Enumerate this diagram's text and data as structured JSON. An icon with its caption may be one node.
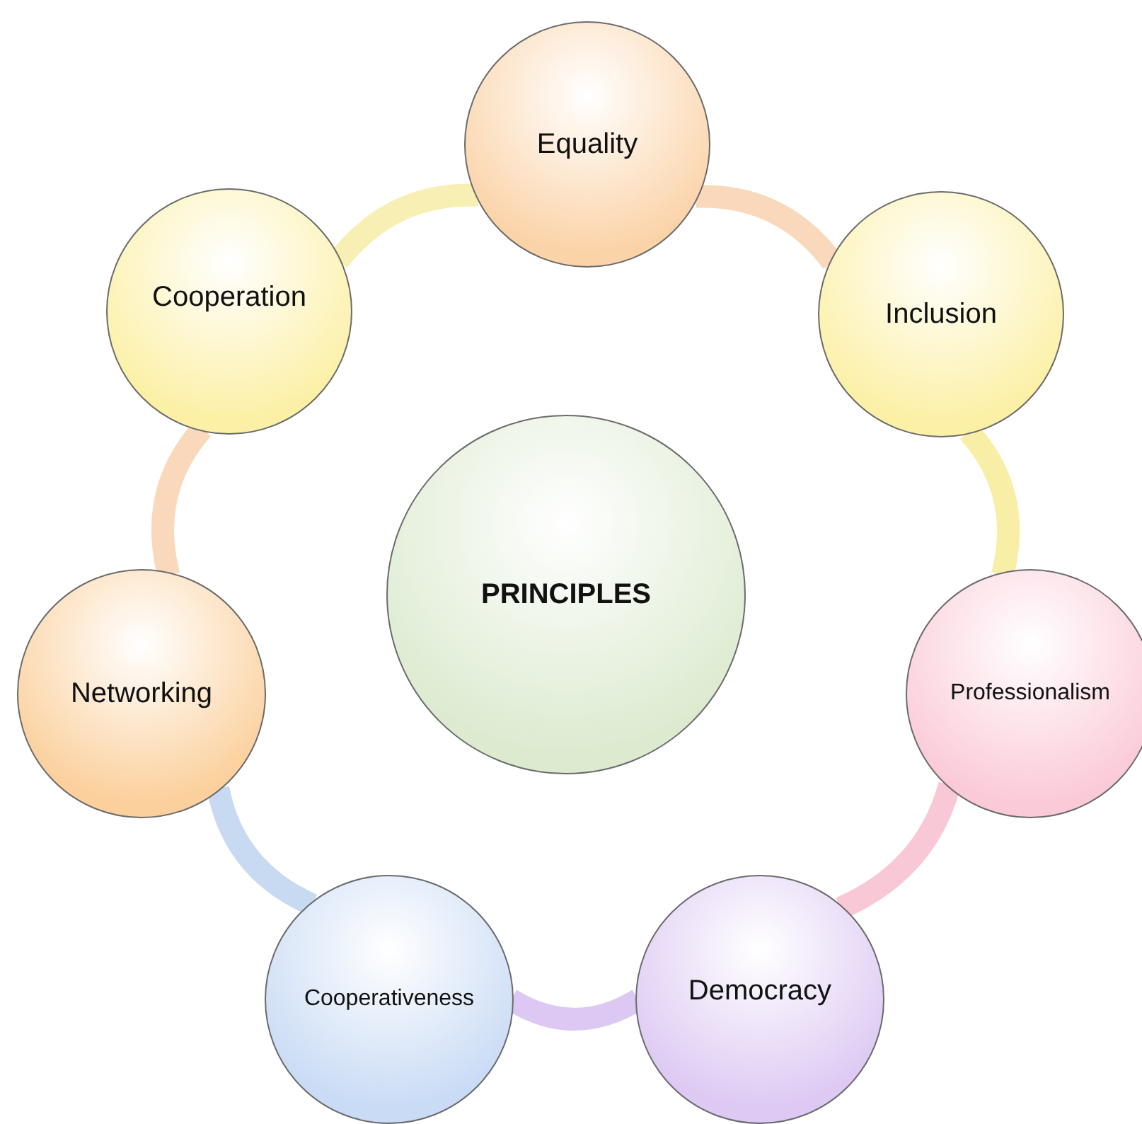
{
  "diagram": {
    "nodes": [
      {
        "text": [
          "Equality"
        ]
      },
      {
        "text": [
          "Cooperation"
        ]
      },
      {
        "text": [
          "Inclusion"
        ]
      },
      {
        "text": [
          "PRINCIPLES"
        ]
      },
      {
        "text": [
          "Networking"
        ]
      },
      {
        "text": [
          "Professionalism"
        ]
      },
      {
        "text": [
          "Cooperativeness"
        ]
      },
      {
        "text": [
          "Democracy"
        ]
      }
    ],
    "edges": [
      {
        "from": 0,
        "to": 2,
        "arrow": "none",
        "color": "#f9d8bc"
      },
      {
        "from": 2,
        "to": 5,
        "arrow": "none",
        "color": "#f8eea6"
      },
      {
        "from": 5,
        "to": 7,
        "arrow": "none",
        "color": "#f8c8d6"
      },
      {
        "from": 7,
        "to": 6,
        "arrow": "none",
        "color": "#dcc8f2"
      },
      {
        "from": 6,
        "to": 4,
        "arrow": "none",
        "color": "#c8d9f2"
      },
      {
        "from": 4,
        "to": 1,
        "arrow": "none",
        "color": "#f9d8bc"
      },
      {
        "from": 1,
        "to": 0,
        "arrow": "none",
        "color": "#f8efb4"
      }
    ]
  }
}
